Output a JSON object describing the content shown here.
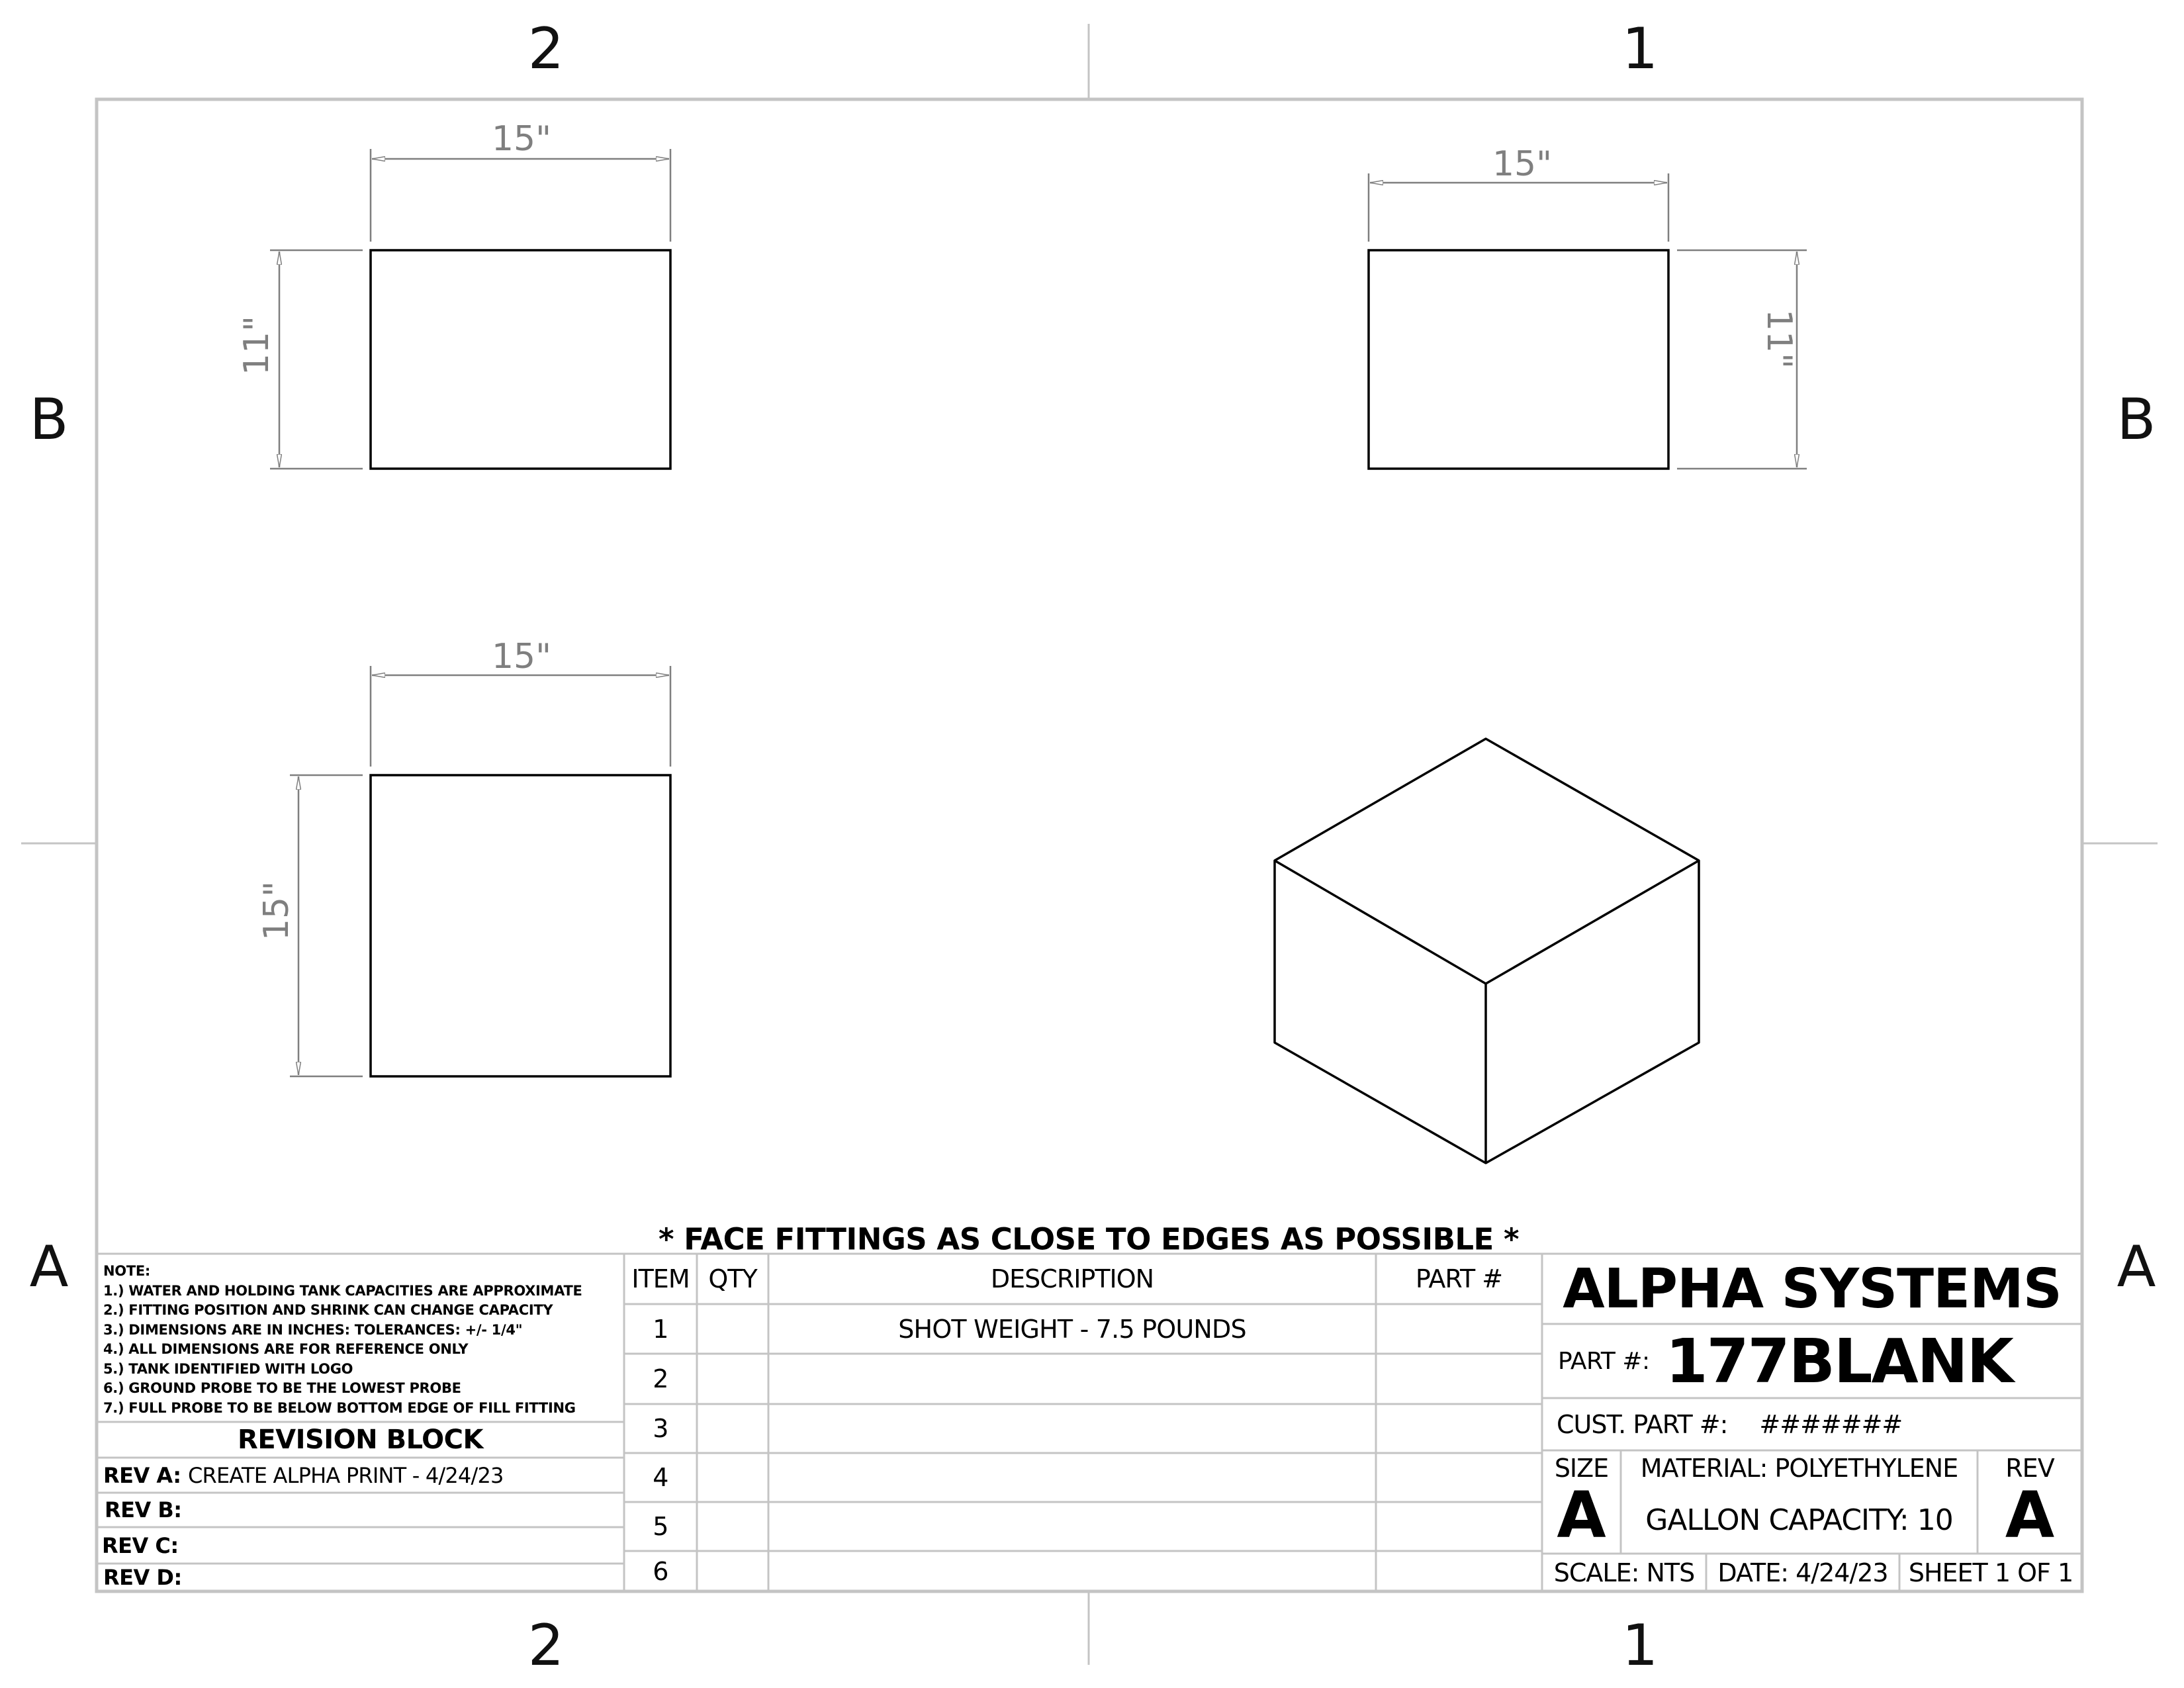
{
  "zones": {
    "columns": [
      "2",
      "1"
    ],
    "rows": [
      "B",
      "A"
    ]
  },
  "views": {
    "top_left": {
      "width_dim": "15\"",
      "height_dim": "11\""
    },
    "top_right": {
      "width_dim": "15\"",
      "height_dim": "11\""
    },
    "bottom_left": {
      "width_dim": "15\"",
      "height_dim": "15\""
    },
    "isometric": {
      "label": ""
    }
  },
  "banner": "* FACE FITTINGS AS CLOSE TO EDGES AS POSSIBLE *",
  "notes": {
    "heading": "NOTE:",
    "items": [
      "1.) WATER AND HOLDING TANK CAPACITIES ARE APPROXIMATE",
      "2.) FITTING POSITION AND SHRINK CAN CHANGE CAPACITY",
      "3.) DIMENSIONS ARE IN INCHES: TOLERANCES: +/-  1/4\"",
      "4.) ALL DIMENSIONS ARE FOR REFERENCE ONLY",
      "5.) TANK IDENTIFIED WITH LOGO",
      "6.) GROUND PROBE TO BE THE LOWEST PROBE",
      "7.) FULL PROBE TO BE BELOW BOTTOM EDGE OF FILL FITTING"
    ]
  },
  "revision_block": {
    "title": "REVISION BLOCK",
    "rows": [
      {
        "label": "REV A:",
        "value": "CREATE ALPHA PRINT - 4/24/23"
      },
      {
        "label": "REV B:",
        "value": ""
      },
      {
        "label": "REV C:",
        "value": ""
      },
      {
        "label": "REV D:",
        "value": ""
      }
    ]
  },
  "bom": {
    "headers": {
      "item": "ITEM",
      "qty": "QTY",
      "description": "DESCRIPTION",
      "part": "PART #"
    },
    "rows": [
      {
        "item": "1",
        "qty": "",
        "description": "SHOT WEIGHT - 7.5 POUNDS",
        "part": ""
      },
      {
        "item": "2",
        "qty": "",
        "description": "",
        "part": ""
      },
      {
        "item": "3",
        "qty": "",
        "description": "",
        "part": ""
      },
      {
        "item": "4",
        "qty": "",
        "description": "",
        "part": ""
      },
      {
        "item": "5",
        "qty": "",
        "description": "",
        "part": ""
      },
      {
        "item": "6",
        "qty": "",
        "description": "",
        "part": ""
      }
    ]
  },
  "title_block": {
    "company": "ALPHA SYSTEMS",
    "part_label": "PART #:",
    "part_number": "177BLANK",
    "cust_part_label": "CUST. PART #:",
    "cust_part_value": "#######",
    "size_label": "SIZE",
    "size_value": "A",
    "material": "MATERIAL: POLYETHYLENE",
    "capacity": "GALLON CAPACITY: 10",
    "rev_label": "REV",
    "rev_value": "A",
    "scale": "SCALE: NTS",
    "date": "DATE: 4/24/23",
    "sheet": "SHEET 1 OF 1"
  },
  "colors": {
    "frame": "#c4c4c4",
    "dimension": "#7f7f7f",
    "geometry": "#000000"
  }
}
